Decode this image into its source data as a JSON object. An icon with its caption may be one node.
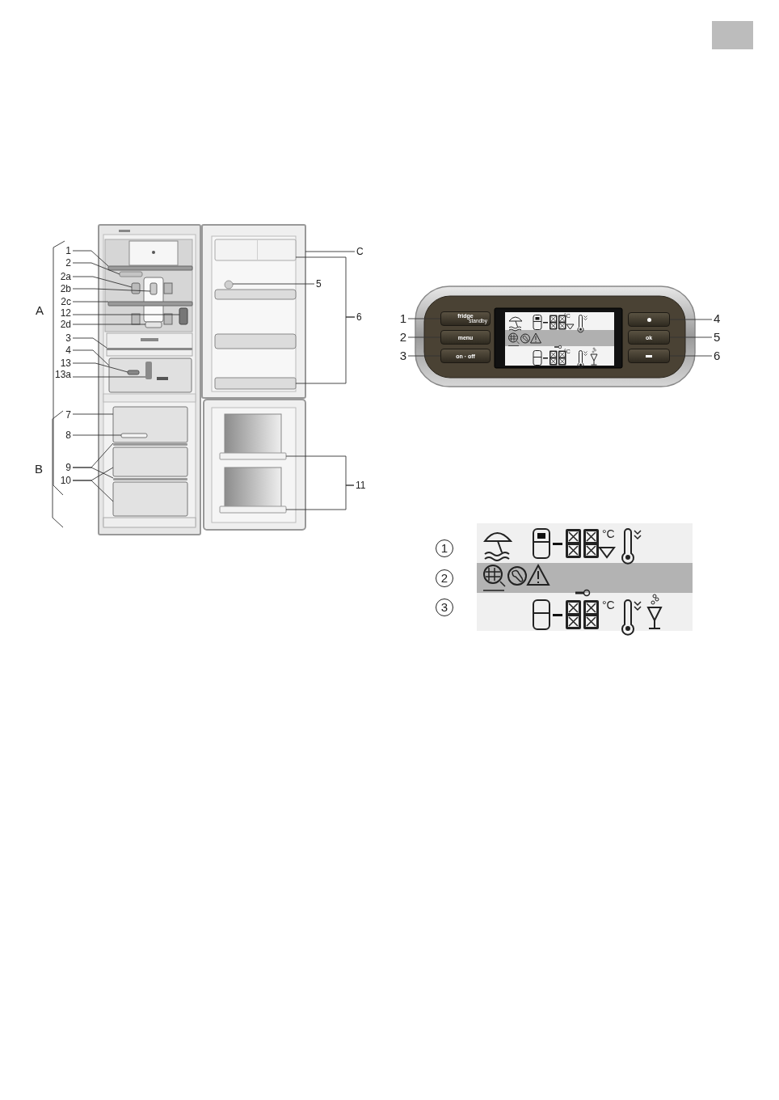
{
  "diagram": {
    "nodes": [
      {
        "text": [
          "1"
        ]
      },
      {
        "text": [
          "2"
        ]
      },
      {
        "text": [
          "2a"
        ]
      },
      {
        "text": [
          "2b"
        ]
      },
      {
        "text": [
          "2c"
        ]
      },
      {
        "text": [
          "12"
        ]
      },
      {
        "text": [
          "2d"
        ]
      },
      {
        "text": [
          "3"
        ]
      },
      {
        "text": [
          "4"
        ]
      },
      {
        "text": [
          "13"
        ]
      },
      {
        "text": [
          "13a"
        ]
      },
      {
        "text": [
          "7"
        ]
      },
      {
        "text": [
          "8"
        ]
      },
      {
        "text": [
          "9"
        ]
      },
      {
        "text": [
          "10"
        ]
      },
      {
        "text": [
          "C"
        ]
      },
      {
        "text": [
          "5"
        ]
      },
      {
        "text": [
          "6"
        ]
      },
      {
        "text": [
          "11"
        ]
      },
      {
        "text": [
          "1"
        ]
      },
      {
        "text": [
          "2"
        ]
      },
      {
        "text": [
          "3"
        ]
      },
      {
        "text": [
          "fridge",
          "standby"
        ]
      },
      {
        "text": [
          "menu"
        ]
      },
      {
        "text": [
          "on · off"
        ]
      },
      {
        "text": [
          "4"
        ]
      },
      {
        "text": [
          "5"
        ]
      },
      {
        "text": [
          "6"
        ]
      },
      {
        "text": [],
        "shape": "box"
      },
      {
        "text": [
          "ok"
        ]
      },
      {
        "text": [],
        "shape": "box"
      },
      {
        "text": [],
        "shape": "bar"
      },
      {
        "text": [],
        "shape": "box"
      },
      {
        "text": [],
        "shape": "box"
      },
      {
        "text": [],
        "shape": "box"
      },
      {
        "text": [],
        "shape": "bar"
      },
      {
        "text": [],
        "shape": "box"
      },
      {
        "text": [],
        "shape": "box"
      },
      {
        "text": [],
        "shape": "bar"
      },
      {
        "text": [],
        "shape": "box"
      },
      {
        "text": [],
        "shape": "box",
        "in": 39
      },
      {
        "text": [],
        "shape": "box",
        "in": 39
      },
      {
        "text": [],
        "shape": "box"
      },
      {
        "text": [],
        "shape": "box",
        "in": 42
      },
      {
        "text": [],
        "shape": "bar"
      },
      {
        "text": [],
        "shape": "bar"
      },
      {
        "text": [],
        "shape": "box"
      },
      {
        "text": [],
        "shape": "box"
      },
      {
        "text": [],
        "shape": "box"
      },
      {
        "text": [],
        "shape": "circle",
        "in": 48
      },
      {
        "text": [],
        "shape": "box",
        "in": 48
      },
      {
        "text": [],
        "shape": "box",
        "in": 48
      },
      {
        "text": [],
        "shape": "bar"
      },
      {
        "text": [],
        "shape": "bar"
      }
    ],
    "edges": [
      {
        "from": 0,
        "to": 31,
        "arrow": "none"
      },
      {
        "from": 1,
        "to": 32,
        "arrow": "none"
      },
      {
        "from": 2,
        "to": 33,
        "arrow": "none"
      },
      {
        "from": 3,
        "to": 34,
        "arrow": "none"
      },
      {
        "from": 4,
        "to": 35,
        "arrow": "none"
      },
      {
        "from": 5,
        "to": 36,
        "arrow": "none"
      },
      {
        "from": 6,
        "to": 37,
        "arrow": "none"
      },
      {
        "from": 7,
        "to": 38,
        "arrow": "none"
      },
      {
        "from": 8,
        "to": 39,
        "arrow": "none"
      },
      {
        "from": 9,
        "to": 40,
        "arrow": "none"
      },
      {
        "from": 10,
        "to": 41,
        "arrow": "none"
      },
      {
        "from": 11,
        "to": 42,
        "arrow": "none"
      },
      {
        "from": 12,
        "to": 43,
        "arrow": "none"
      },
      {
        "from": 13,
        "to": 44,
        "arrow": "none"
      },
      {
        "from": 13,
        "to": 45,
        "arrow": "none"
      },
      {
        "from": 14,
        "to": 46,
        "arrow": "none"
      },
      {
        "from": 14,
        "to": 47,
        "arrow": "none"
      },
      {
        "from": 15,
        "to": 48,
        "arrow": "none"
      },
      {
        "from": 16,
        "to": 49,
        "arrow": "none"
      },
      {
        "from": 17,
        "to": 50,
        "arrow": "none"
      },
      {
        "from": 17,
        "to": 51,
        "arrow": "none"
      },
      {
        "from": 18,
        "to": 52,
        "arrow": "none"
      },
      {
        "from": 18,
        "to": 53,
        "arrow": "none"
      },
      {
        "from": 19,
        "to": 22,
        "arrow": "none"
      },
      {
        "from": 20,
        "to": 23,
        "arrow": "none"
      },
      {
        "from": 21,
        "to": 24,
        "arrow": "none"
      },
      {
        "from": 25,
        "to": 28,
        "arrow": "none"
      },
      {
        "from": 26,
        "to": 29,
        "arrow": "none"
      },
      {
        "from": 27,
        "to": 30,
        "arrow": "none"
      }
    ],
    "labels": [
      "A",
      "B",
      "°C",
      "°C",
      "1",
      "°C",
      "2",
      "3",
      "°C"
    ]
  }
}
